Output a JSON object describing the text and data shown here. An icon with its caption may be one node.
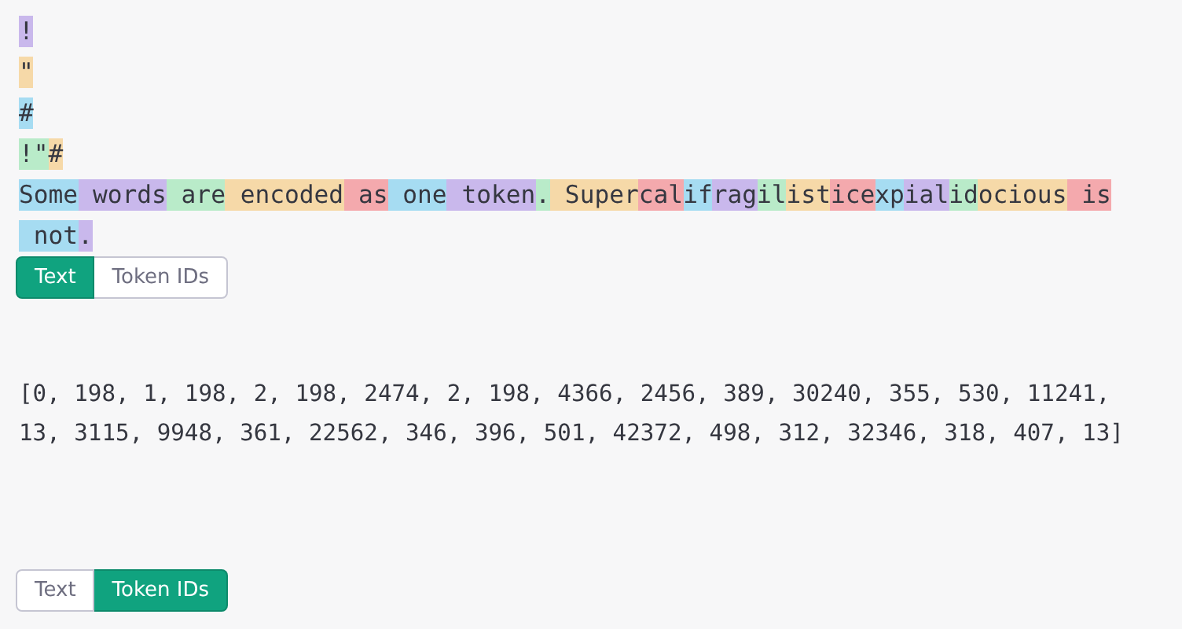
{
  "diagram": {
    "labels": [
      "!",
      "\"",
      "#",
      "!\"",
      "#",
      "Some",
      " words",
      " are",
      " encoded",
      " as",
      " one",
      " token",
      ".",
      " Super",
      "cal",
      "if",
      "rag",
      "il",
      "ist",
      "ice",
      "xp",
      "ial",
      "id",
      "ocious",
      " is",
      " not",
      ".",
      "Text",
      "Token IDs",
      "[0, 198, 1, 198, 2, 198, 2474, 2, 198, 4366, 2456, 389, 30240, 355, 530, 11241, 13, 3115, 9948, 361, 22562, 346, 396, 501, 42372, 498, 312, 32346, 318, 407, 13]",
      "Text",
      "Token IDs"
    ]
  }
}
